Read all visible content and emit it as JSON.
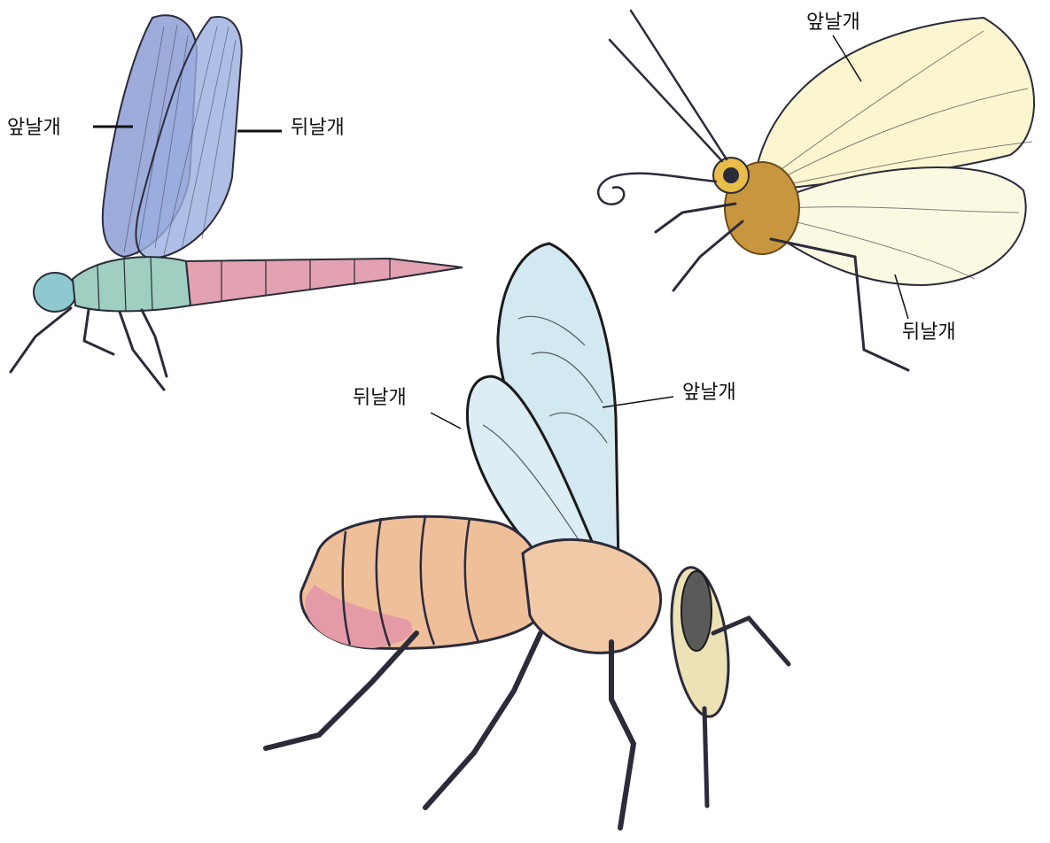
{
  "labels": {
    "dragonfly_forewing": "앞날개",
    "dragonfly_hindwing": "뒤날개",
    "butterfly_forewing": "앞날개",
    "butterfly_hindwing": "뒤날개",
    "bee_hindwing": "뒤날개",
    "bee_forewing": "앞날개"
  },
  "colors": {
    "dragonfly_wing": "#8d9ed6",
    "dragonfly_thorax": "#9ecfc0",
    "dragonfly_abdomen": "#e2a2b1",
    "butterfly_wing": "#fbf6cf",
    "butterfly_body": "#c8963e",
    "bee_wing": "#d3e9f2",
    "bee_abdomen": "#efbf9a",
    "bee_abdomen_pink": "#e59aa8",
    "outline": "#2b2b3a"
  }
}
